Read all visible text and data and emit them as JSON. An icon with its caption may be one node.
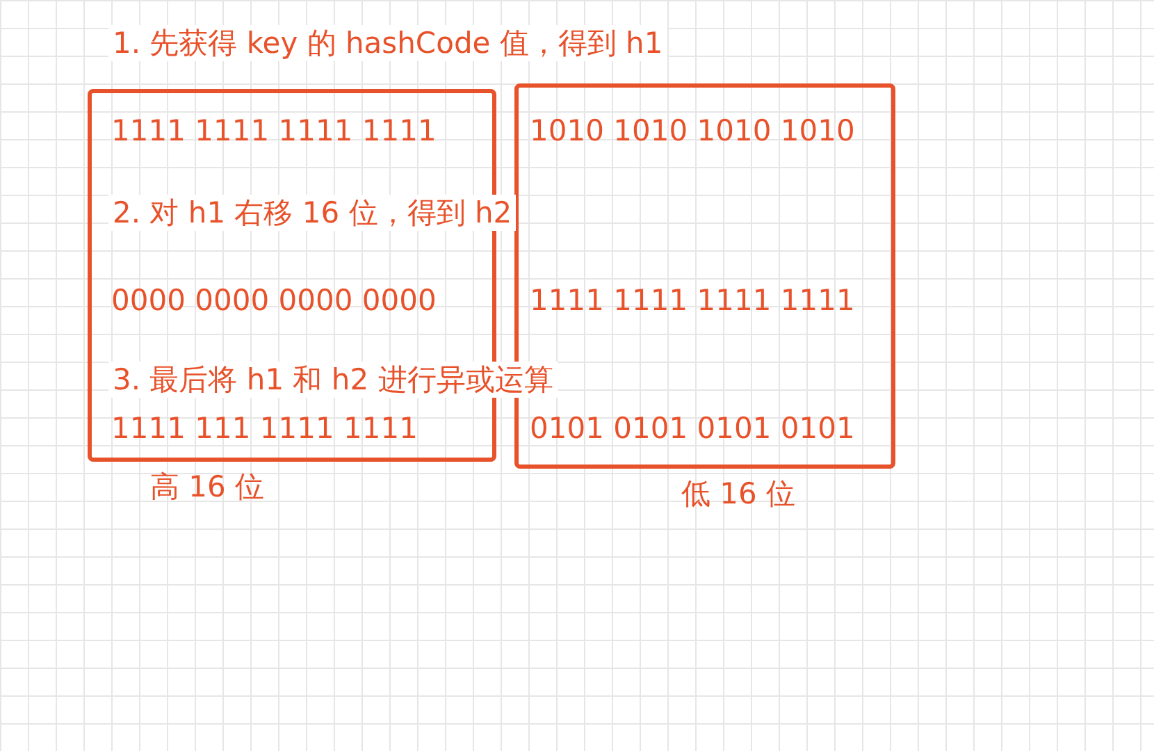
{
  "diagram": {
    "nodes": [
      {
        "text": [
          "1111 1111 1111 1111",
          "0000 0000 0000 0000",
          "1111 111 1111 1111"
        ],
        "beside": [
          "高 16 位"
        ]
      },
      {
        "text": [
          "1010 1010 1010 1010",
          "1111 1111 1111 1111",
          "0101 0101 0101 0101"
        ],
        "beside": [
          "低 16 位"
        ]
      }
    ],
    "edges": [],
    "labels": [
      "1. 先获得 key 的 hashCode 值，得到 h1",
      "2. 对 h1 右移 16 位，得到 h2",
      "3. 最后将 h1 和 h2 进行异或运算"
    ]
  }
}
